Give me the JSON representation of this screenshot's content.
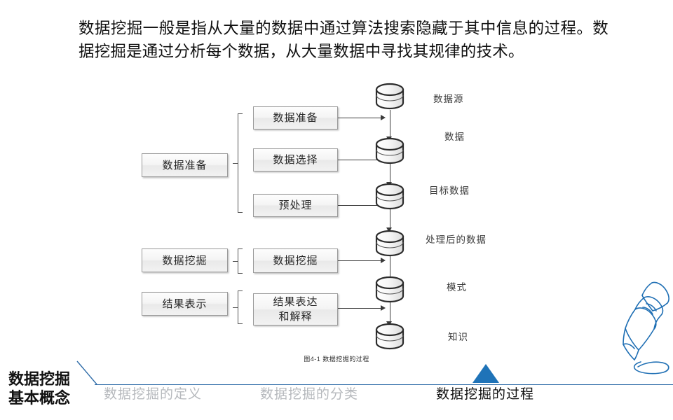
{
  "slide": {
    "headline": "数据挖掘一般是指从大量的数据中通过算法搜索隐藏于其中信息的过程。数据挖掘是通过分析每个数据，从大量数据中寻找其规律的技术。",
    "figure_caption": "图4-1 数据挖掘的过程"
  },
  "diagram": {
    "stage_boxes": [
      {
        "label": "数据准备"
      },
      {
        "label": "数据挖掘"
      },
      {
        "label": "结果表示"
      }
    ],
    "step_boxes": [
      {
        "label": "数据准备"
      },
      {
        "label": "数据选择"
      },
      {
        "label": "预处理"
      },
      {
        "label": "数据挖掘"
      },
      {
        "label": "结果表达\n和解释",
        "line1": "结果表达",
        "line2": "和解释"
      }
    ],
    "data_nodes": [
      {
        "label": "数据源",
        "icon": "database-cylinder-icon"
      },
      {
        "label": "数据",
        "icon": "database-cylinder-icon"
      },
      {
        "label": "目标数据",
        "icon": "database-cylinder-icon"
      },
      {
        "label": "处理后的数据",
        "icon": "database-cylinder-icon"
      },
      {
        "label": "模式",
        "icon": "database-cylinder-icon"
      },
      {
        "label": "知识",
        "icon": "database-cylinder-icon"
      }
    ]
  },
  "footer": {
    "deck_title_line1": "数据挖掘",
    "deck_title_line2": "基本概念",
    "nav_items": [
      {
        "label": "数据挖掘的定义",
        "active": false
      },
      {
        "label": "数据挖掘的分类",
        "active": false
      },
      {
        "label": "数据挖掘的过程",
        "active": true
      }
    ],
    "accent_color": "#1f73b8",
    "inactive_color": "#b6b9bd"
  },
  "decoration": {
    "pen_icon": "pen-sketch-icon",
    "pen_color": "#1f6fb4"
  }
}
